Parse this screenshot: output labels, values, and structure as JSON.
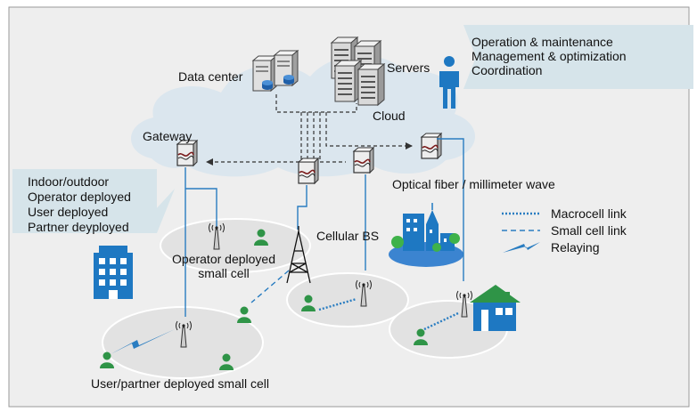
{
  "labels": {
    "data_center": "Data center",
    "servers": "Servers",
    "cloud": "Cloud",
    "gateway": "Gateway",
    "cellular_bs": "Cellular BS",
    "optical_fiber": "Optical fiber / millimeter wave",
    "operator_small_cell": "Operator deployed\nsmall cell",
    "user_partner_small_cell": "User/partner deployed small cell"
  },
  "operations_box": [
    "Operation & maintenance",
    "Management & optimization",
    "Coordination"
  ],
  "deployment_callout": [
    "Indoor/outdoor",
    "Operator deployed",
    "User deployed",
    "Partner deyployed"
  ],
  "legend": {
    "macrocell": "Macrocell link",
    "small_cell": "Small cell link",
    "relaying": "Relaying"
  },
  "colors": {
    "background": "#eeeeee",
    "cloud": "#dbe6ee",
    "callout": "#d6e4ea",
    "cell_area": "#e2e2e2",
    "link_blue": "#2a7dc1",
    "user_green": "#2f9447",
    "building_blue": "#1e78c2"
  }
}
